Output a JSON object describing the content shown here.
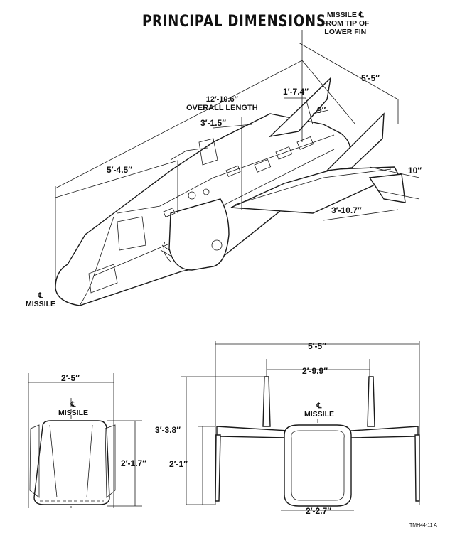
{
  "title": "PRINCIPAL DIMENSIONS",
  "centerline_symbol": "℄",
  "missile_label": "MISSILE",
  "fin_reference": {
    "line1": "MISSILE ℄",
    "line2": "FROM TIP OF",
    "line3": "LOWER FIN"
  },
  "iso_view": {
    "overall_length_value": "12′-10.6″",
    "overall_length_caption": "OVERALL LENGTH",
    "dims": {
      "fin_span_half": "5′-5″",
      "upper_fin_height": "1′-7.4″",
      "fin_chord": "9″",
      "wing_root": "3′-1.5″",
      "forebody_length": "5′-4.5″",
      "tail_height": "10″",
      "wing_length": "3′-10.7″"
    }
  },
  "front_view": {
    "width": "2′-5″",
    "height": "2′-1.7″"
  },
  "rear_view": {
    "span": "5′-5″",
    "fin_spacing": "2′-9.9″",
    "overall_height": "3′-3.8″",
    "lower_height": "2′-1″",
    "body_width": "2′-2.7″"
  },
  "drawing_code": "TMH44-11 A"
}
